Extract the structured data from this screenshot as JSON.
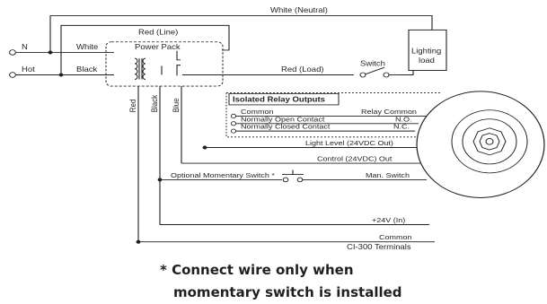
{
  "labels": {
    "white_neutral": "White (Neutral)",
    "red_line": "Red (Line)",
    "n": "N",
    "white": "White",
    "power_pack": "Power Pack",
    "hot": "Hot",
    "black": "Black",
    "lighting_load_1": "Lighting",
    "lighting_load_2": "load",
    "red_load": "Red (Load)",
    "switch": "Switch",
    "red_vert": "Red",
    "black_vert": "Black",
    "blue_vert": "Blue",
    "isolated_relay_outputs": "Isolated Relay Outputs",
    "common": "Common",
    "relay_common": "Relay Common",
    "normally_open_contact": "Normally Open Contact",
    "no": "N.O.",
    "normally_closed_contact": "Normally Closed Contact",
    "nc": "N.C.",
    "light_level": "Light Level (24VDC Out)",
    "control": "Control (24VDC) Out",
    "optional_switch": "Optional Momentary Switch *",
    "man_switch": "Man. Switch",
    "plus24v": "+24V (In)",
    "common_bottom": "Common",
    "ci300": "CI-300 Terminals",
    "note_line1": "*  Connect wire only when",
    "note_line2": "momentary switch is installed"
  }
}
